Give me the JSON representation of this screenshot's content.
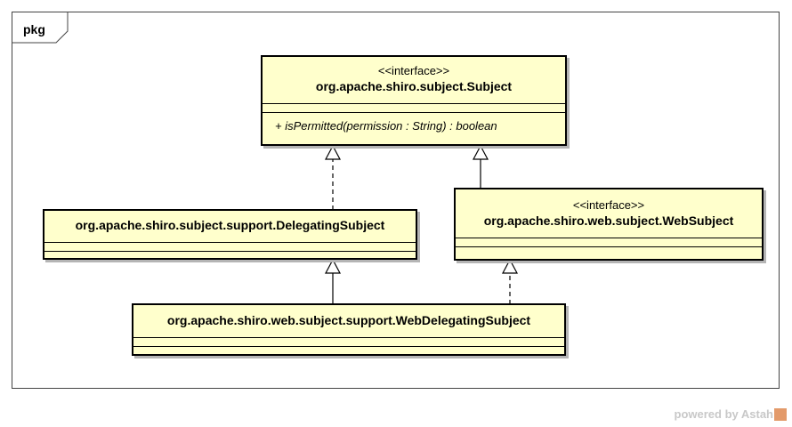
{
  "package": {
    "label": "pkg"
  },
  "classes": {
    "subject": {
      "stereotype": "<<interface>>",
      "name": "org.apache.shiro.subject.Subject",
      "operation": "+ isPermitted(permission : String) : boolean"
    },
    "delegating": {
      "name": "org.apache.shiro.subject.support.DelegatingSubject"
    },
    "websubject": {
      "stereotype": "<<interface>>",
      "name": "org.apache.shiro.web.subject.WebSubject"
    },
    "webdelegating": {
      "name": "org.apache.shiro.web.subject.support.WebDelegatingSubject"
    }
  },
  "relations": [
    {
      "from": "delegating",
      "to": "subject",
      "kind": "realization"
    },
    {
      "from": "websubject",
      "to": "subject",
      "kind": "generalization"
    },
    {
      "from": "webdelegating",
      "to": "delegating",
      "kind": "generalization"
    },
    {
      "from": "webdelegating",
      "to": "websubject",
      "kind": "realization"
    }
  ],
  "watermark": {
    "text": "powered by Astah"
  },
  "colors": {
    "class_fill": "#ffffcc",
    "border": "#000000",
    "shadow": "#b5b5b5",
    "watermark": "#c8c8c8"
  }
}
